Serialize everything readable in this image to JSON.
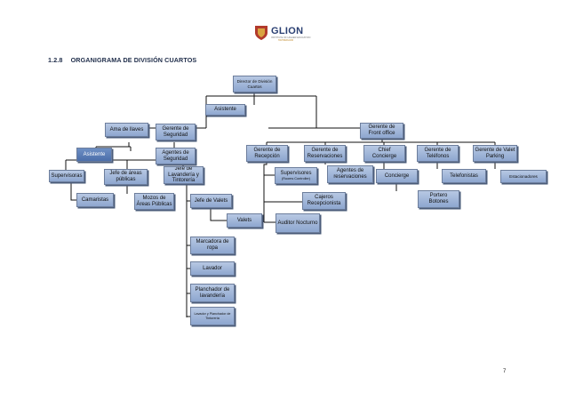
{
  "logo": {
    "word": "GLION",
    "sub": "INSTITUTE OF HIGHER EDUCATION",
    "sub2": "SWITZERLAND"
  },
  "heading": {
    "number": "1.2.8",
    "title": "ORGANIGRAMA DE DIVISIÓN CUARTOS"
  },
  "page_number": "7",
  "org": {
    "director": "Director de División Cuartos",
    "asistente_top": "Asistente",
    "ama_de_llaves": "Ama de llaves",
    "gerente_seguridad": "Gerente de Seguridad",
    "asistente": "Asistente",
    "agentes_seguridad": "Agentes de Seguridad",
    "supervisoras": "Supervisoras",
    "jefe_areas_publicas": "Jefe de áreas públicas",
    "jefe_lavanderia": "Jefe de Lavandería y Tintorería",
    "camaristas": "Camaristas",
    "mozos_areas_publicas": "Mozos de Áreas Públicas",
    "jefe_valets": "Jefe de Valets",
    "valets": "Valets",
    "marcadora_ropa": "Marcadora de ropa",
    "lavador": "Lavador",
    "planchador_lavanderia": "Planchador de lavandería",
    "lavador_planchador_tintoreria": "Lavador y Planchador de Tintorería",
    "gerente_front_office": "Gerente de Front office",
    "gerente_recepcion": "Gerente de Recepción",
    "gerente_reservaciones": "Gerente de Reservaciones",
    "chief_concierge": "Chief Concierge",
    "gerente_telefonos": "Gerente de Teléfonos",
    "gerente_valet_parking": "Gerente de Valet Parking",
    "supervisores": "Supervisores",
    "rooms_controller": "(Rooms Controller)",
    "agentes_reservaciones": "Agentes de reservaciones",
    "concierge": "Concierge",
    "telefonistas": "Telefonistas",
    "estacionadores": "Estacionadores",
    "cajeros_recepcionista": "Cajeros Recepcionista",
    "portero_botones": "Portero Botones",
    "auditor_nocturno": "Auditor Nocturno"
  }
}
